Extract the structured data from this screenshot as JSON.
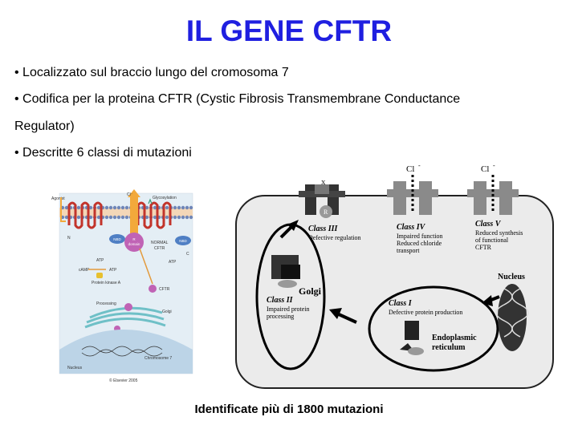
{
  "slide": {
    "title": "IL GENE CFTR",
    "bullets": [
      "•  Localizzato sul braccio lungo del cromosoma 7",
      "•  Codifica per la proteina CFTR (Cystic Fibrosis Transmembrane Conductance",
      "Regulator)",
      "• Descritte 6 classi di mutazioni"
    ],
    "caption": "Identificate più di 1800 mutazioni"
  },
  "figure_left": {
    "labels": {
      "agonist": "Agonist",
      "cl": "Cl⁻",
      "glycosylation": "Glycosylation",
      "n": "N",
      "c": "C",
      "nbd_left": "NBD",
      "nbd_right": "NBD",
      "r_domain_1": "R",
      "r_domain_2": "domain",
      "normal_cftr_1": "NORMAL",
      "normal_cftr_2": "CFTR",
      "atp_1": "ATP",
      "atp_2": "ATP",
      "atp_3": "ATP",
      "camp": "cAMP",
      "pka": "Protein kinase A",
      "cftr": "CFTR",
      "processing": "Processing",
      "golgi": "Golgi",
      "chromosome7": "Chromosome 7",
      "nucleus": "Nucleus",
      "copyright": "© Elsevier 2005"
    }
  },
  "figure_right": {
    "labels": {
      "cl_left": "Cl",
      "cl_right": "Cl",
      "cl_sup": "-",
      "class3_title": "Class III",
      "class3_desc": "Defective regulation",
      "class4_title": "Class IV",
      "class4_desc": [
        "Impaired function",
        "Reduced chloride",
        "transport"
      ],
      "class5_title": "Class V",
      "class5_desc": [
        "Reduced synthesis",
        "of functional",
        "CFTR"
      ],
      "class2_title": "Class II",
      "class2_desc": [
        "Impaired protein",
        "processing"
      ],
      "golgi": "Golgi",
      "class1_title": "Class I",
      "class1_desc": "Defective protein production",
      "er": [
        "Endoplasmic",
        "reticulum"
      ],
      "nucleus": "Nucleus",
      "r_mark": "R"
    }
  }
}
